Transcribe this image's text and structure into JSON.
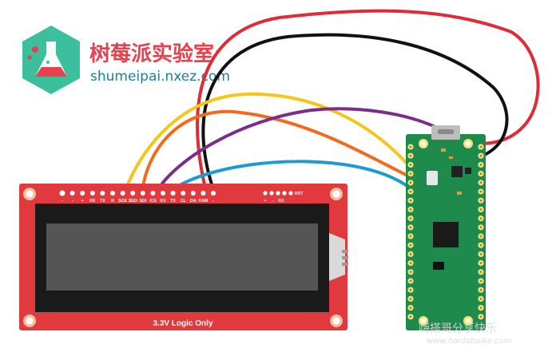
{
  "logo": {
    "title": "树莓派实验室",
    "url": "shumeipai.nxez.com",
    "badge_color": "#3bbf9d",
    "icon": "flask-icon"
  },
  "lcd": {
    "caption": "3.3V Logic Only",
    "board_color": "#e03a3e",
    "pins": [
      "-",
      "-",
      "+",
      "RX",
      "TX",
      "R",
      "SCK",
      "SDO",
      "SDI",
      "/CS",
      "RX",
      "TX",
      "CL",
      "DA",
      "RAM",
      "-"
    ],
    "right_pins": [
      "+",
      "-",
      "RX"
    ],
    "reset_label": "RST"
  },
  "pico": {
    "board_color": "#1e8a4c"
  },
  "wires": [
    {
      "color": "#e02a35",
      "label": "red"
    },
    {
      "color": "#111111",
      "label": "black"
    },
    {
      "color": "#f5c518",
      "label": "yellow"
    },
    {
      "color": "#f26b1d",
      "label": "orange"
    },
    {
      "color": "#7b2d8b",
      "label": "purple"
    },
    {
      "color": "#1c9ad6",
      "label": "blue"
    }
  ],
  "watermark": {
    "text": "嗨搭哥分享快乐",
    "url": "www.haidabaike.com"
  }
}
